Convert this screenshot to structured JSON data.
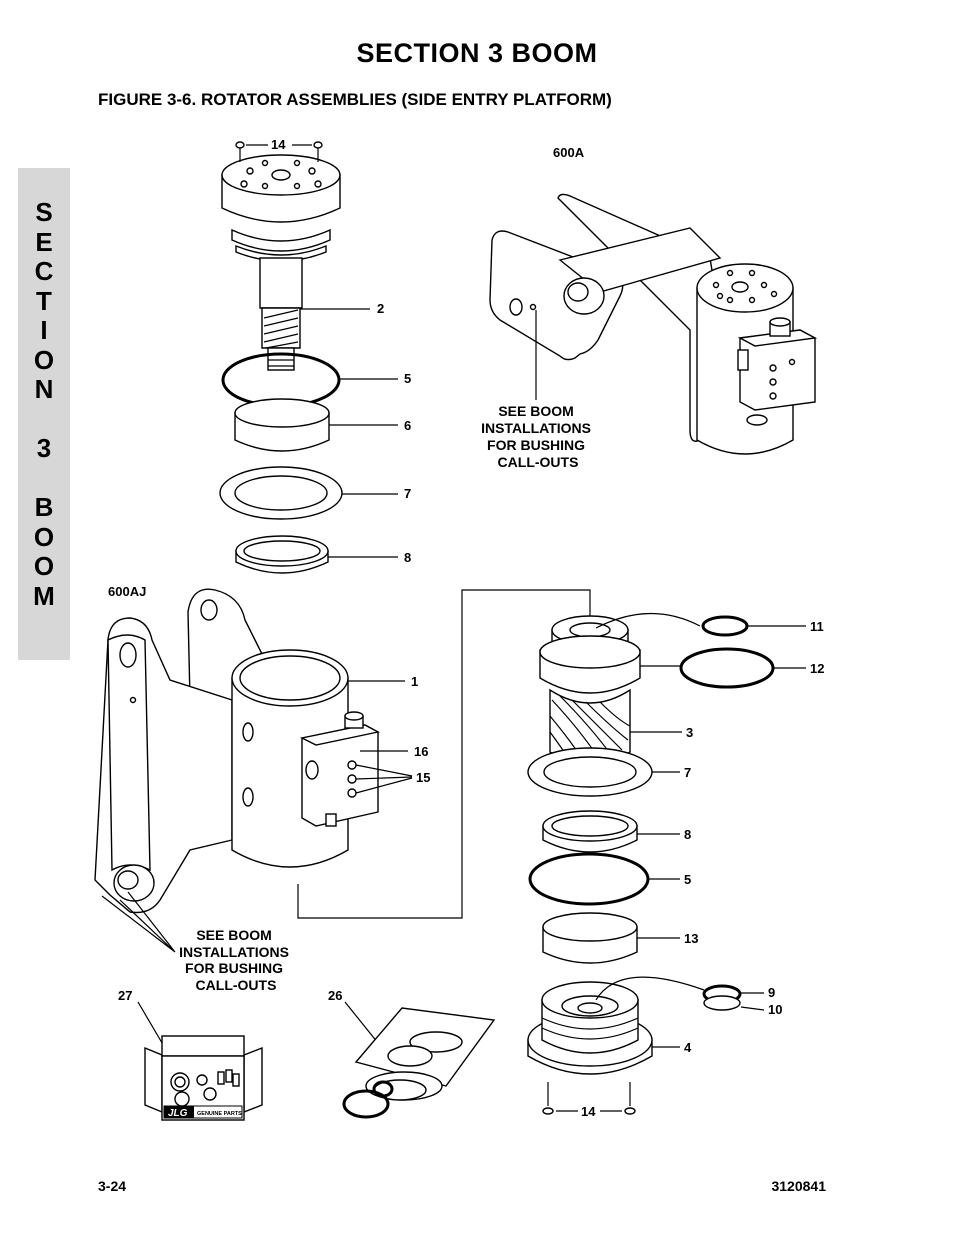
{
  "page": {
    "section_title": "SECTION 3   BOOM",
    "figure_title": "FIGURE 3-6.    ROTATOR ASSEMBLIES (SIDE ENTRY PLATFORM)",
    "side_tab": [
      "S",
      "E",
      "C",
      "T",
      "I",
      "O",
      "N",
      "",
      "3",
      "",
      "B",
      "O",
      "O",
      "M"
    ],
    "footer_left": "3-24",
    "footer_right": "3120841"
  },
  "models": {
    "top_right": "600A",
    "left": "600AJ"
  },
  "notes": {
    "upper": [
      "SEE BOOM",
      "INSTALLATIONS",
      "FOR BUSHING",
      "CALL-OUTS"
    ],
    "lower": [
      "SEE BOOM",
      "INSTALLATIONS",
      "FOR BUSHING",
      "CALL-OUTS"
    ]
  },
  "callouts": {
    "c14_top": "14",
    "c2": "2",
    "c5_top": "5",
    "c6": "6",
    "c7_top": "7",
    "c8_top": "8",
    "c1": "1",
    "c16": "16",
    "c15": "15",
    "c11": "11",
    "c12": "12",
    "c3": "3",
    "c7_low": "7",
    "c8_low": "8",
    "c5_low": "5",
    "c13": "13",
    "c9": "9",
    "c10": "10",
    "c4": "4",
    "c14_low": "14",
    "c27": "27",
    "c26": "26"
  },
  "kit": {
    "brand": "JLG",
    "tag": "GENUINE PARTS"
  }
}
